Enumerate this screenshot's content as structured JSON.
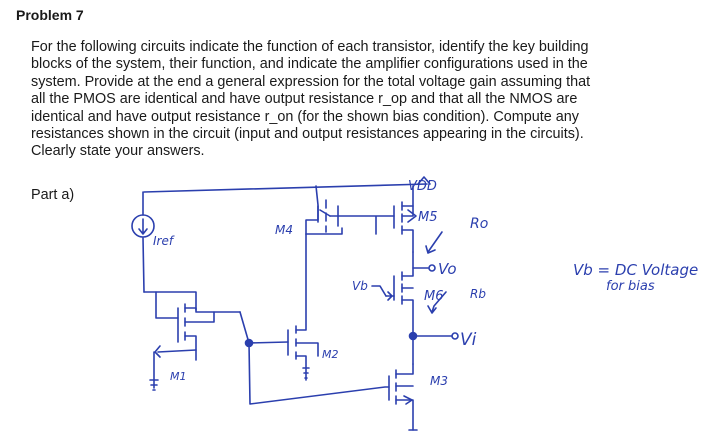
{
  "problem": {
    "heading": "Problem 7",
    "lines": [
      "For the following circuits indicate the function of each transistor, identify the key building",
      "blocks of the system, their function, and indicate the amplifier configurations used in the",
      "system. Provide at the end a general expression for the total voltage gain assuming that",
      "all the PMOS are identical and have output resistance r_op and that all the NMOS are",
      "identical and have output resistance r_on (for the shown bias condition). Compute any",
      "resistances shown in the circuit (input and output resistances appearing in the circuits).",
      "Clearly state your answers."
    ],
    "part_label": "Part a)"
  },
  "colors": {
    "ink": "#2b3fae",
    "text": "#1a1a1a"
  },
  "circuit": {
    "labels": {
      "vdd": "VDD",
      "iref": "Iref",
      "m4": "M4",
      "m5": "M5",
      "ro": "Ro",
      "vo": "Vo",
      "vb": "Vb",
      "m6": "M6",
      "rb": "Rb",
      "vi": "Vi",
      "m2": "M2",
      "m1": "M1",
      "m3": "M3"
    },
    "note": {
      "line1": "Vb = DC Voltage",
      "line2": "for bias"
    }
  }
}
